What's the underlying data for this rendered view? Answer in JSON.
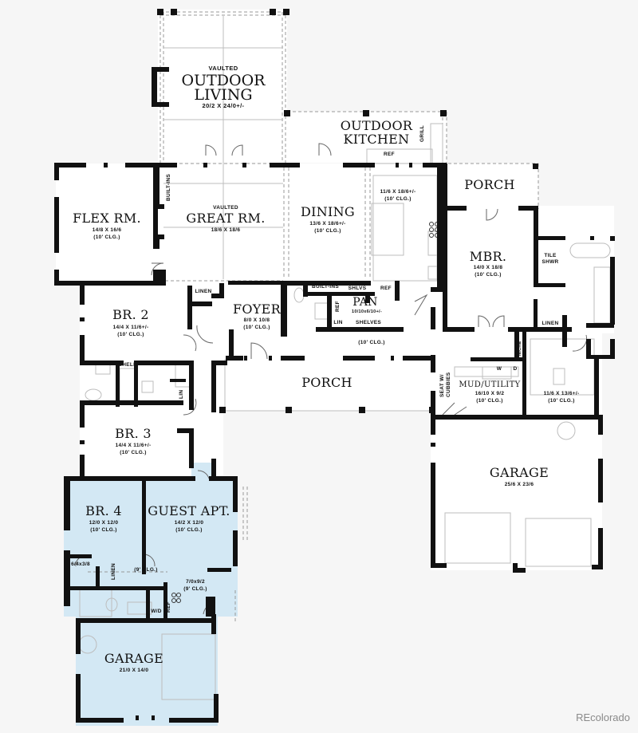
{
  "plan": {
    "colors": {
      "background": "#f6f6f6",
      "interior": "#ffffff",
      "guest_suite": "#d3e8f4",
      "wall": "#111111",
      "dashed": "#9a9a9a"
    },
    "rooms": {
      "outdoor_living": {
        "prefix": "VAULTED",
        "name_line1": "OUTDOOR",
        "name_line2": "LIVING",
        "dims": "20/2 X 24/0+/-"
      },
      "outdoor_kitchen": {
        "name_line1": "OUTDOOR",
        "name_line2": "KITCHEN",
        "grill": "GRILL",
        "ref": "REF"
      },
      "flex_room": {
        "name": "FLEX RM.",
        "dims": "14/8 X 16/6",
        "ceiling": "(10' CLG.)"
      },
      "great_room": {
        "prefix": "VAULTED",
        "name": "GREAT RM.",
        "dims": "18/6 X 18/6",
        "built_ins": "BUILT-INS"
      },
      "dining": {
        "name": "DINING",
        "dims": "13/6 X 18/6+/-",
        "ceiling": "(10' CLG.)"
      },
      "kitchen": {
        "dims": "11/6 X 18/6+/-",
        "ceiling": "(10' CLG.)"
      },
      "porch_rear": {
        "name": "PORCH"
      },
      "master_bedroom": {
        "name": "MBR.",
        "dims": "14/0 X 18/8",
        "ceiling": "(10' CLG.)",
        "tile_shower_1": "TILE",
        "tile_shower_2": "SHWR",
        "linen": "LINEN"
      },
      "bedroom_2": {
        "name": "BR. 2",
        "dims": "14/4 X 11/6+/-",
        "ceiling": "(10' CLG.)",
        "linen": "LINEN",
        "shelf": "SHELF",
        "lin": "LIN"
      },
      "foyer": {
        "name": "FOYER",
        "dims": "8/0 X 10/8",
        "ceiling": "(10' CLG.)"
      },
      "pantry": {
        "name": "PAN",
        "dims": "10/10x6/10+/-",
        "built_ins": "BUILT-INS",
        "shlvs": "SHLVS",
        "ref": "REF",
        "ref_side": "REF",
        "lin": "LIN",
        "shelves": "SHELVES"
      },
      "hall": {
        "ceiling": "(10' CLG.)"
      },
      "porch_front": {
        "name": "PORCH"
      },
      "mud_utility": {
        "name": "MUD/UTILITY",
        "dims": "16/10 X 9/2",
        "ceiling": "(10' CLG.)",
        "washer": "W",
        "dryer": "D",
        "seat_1": "SEAT W/",
        "seat_2": "CUBBIES",
        "niche": "NICHE"
      },
      "closet": {
        "dims": "11/6 X 13/6+/-",
        "ceiling": "(10' CLG.)"
      },
      "bedroom_3": {
        "name": "BR. 3",
        "dims": "14/4 X 11/6+/-",
        "ceiling": "(10' CLG.)"
      },
      "garage_main": {
        "name": "GARAGE",
        "dims": "25/6 X 23/6"
      },
      "bedroom_4": {
        "name": "BR. 4",
        "dims": "12/0 X 12/0",
        "ceiling": "(10' CLG.)",
        "closet": "6/4x3/8",
        "linen": "LINEN"
      },
      "guest_apt": {
        "name": "GUEST APT.",
        "dims": "14/2 X 12/0",
        "ceiling": "(10' CLG.)",
        "hall_ceiling": "(9' CLG.)",
        "kitchenette": "7/0x9/2",
        "kitchenette_ceiling": "(9' CLG.)",
        "wd": "W/D",
        "ref": "REF"
      },
      "garage_guest": {
        "name": "GARAGE",
        "dims": "21/0 X 14/0"
      }
    },
    "credit": "REcolorado"
  }
}
